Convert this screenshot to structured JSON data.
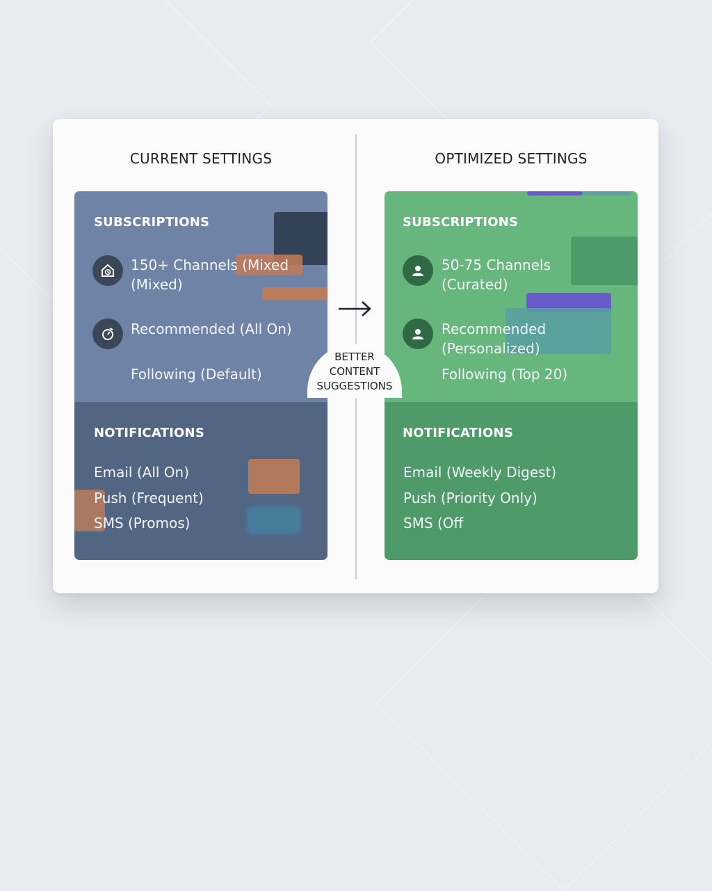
{
  "current": {
    "title": "CURRENT SETTINGS",
    "subscriptions": {
      "heading": "SUBSCRIPTIONS",
      "channels": "150+ Channels (Mixed\n(Mixed)",
      "recommended": "Recommended (All On)",
      "following": "Following (Default)"
    },
    "notifications": {
      "heading": "NOTIFICATIONS",
      "email": "Email (All On)",
      "push": "Push (Frequent)",
      "sms": "SMS (Promos)"
    }
  },
  "optimized": {
    "title": "OPTIMIZED SETTINGS",
    "subscriptions": {
      "heading": "SUBSCRIPTIONS",
      "channels": "50-75 Channels\n(Curated)",
      "recommended": "Recommended\n(Personalized)",
      "following": "Following (Top 20)"
    },
    "notifications": {
      "heading": "NOTIFICATIONS",
      "email": "Email (Weekly Digest)",
      "push": "Push (Priority Only)",
      "sms": "SMS (Off"
    }
  },
  "transition": {
    "badge": "BETTER\nCONTENT\nSUGGESTIONS",
    "arrow_icon": "arrow-right-icon"
  },
  "icons": {
    "current_channels": "house-clock-icon",
    "current_recommended": "compass-icon",
    "optimized_channels": "user-icon",
    "optimized_recommended": "user-icon"
  },
  "colors": {
    "current_top": "#6f83a6",
    "current_bottom": "#526582",
    "optimized_top": "#67b67e",
    "optimized_bottom": "#4e9a69"
  }
}
